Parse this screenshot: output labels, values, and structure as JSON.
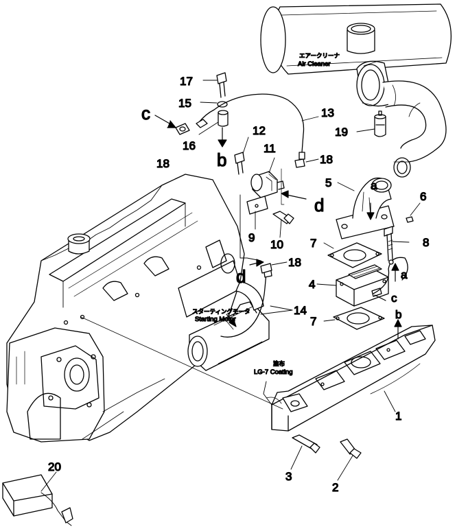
{
  "parts": {
    "p1": "1",
    "p2": "2",
    "p3": "3",
    "p4": "4",
    "p5": "5",
    "p6": "6",
    "p7a": "7",
    "p7b": "7",
    "p8": "8",
    "p9": "9",
    "p10": "10",
    "p11": "11",
    "p12": "12",
    "p13": "13",
    "p14": "14",
    "p15": "15",
    "p16": "16",
    "p17": "17",
    "p18a": "18",
    "p18b": "18",
    "p18c": "18",
    "p19": "19",
    "p20": "20"
  },
  "refs": {
    "a_top": "a",
    "a_right": "a",
    "b_top": "b",
    "b_right": "b",
    "c_top": "c",
    "c_right": "c",
    "d_top": "d",
    "d_left": "d"
  },
  "callouts": {
    "air_cleaner_jp": "エアークリーナ",
    "air_cleaner": "Air Cleaner",
    "starting_motor_jp": "スターティングモータ",
    "starting_motor": "Starting Motor",
    "coating_jp": "塗布",
    "coating": "LG-7 Coating"
  }
}
